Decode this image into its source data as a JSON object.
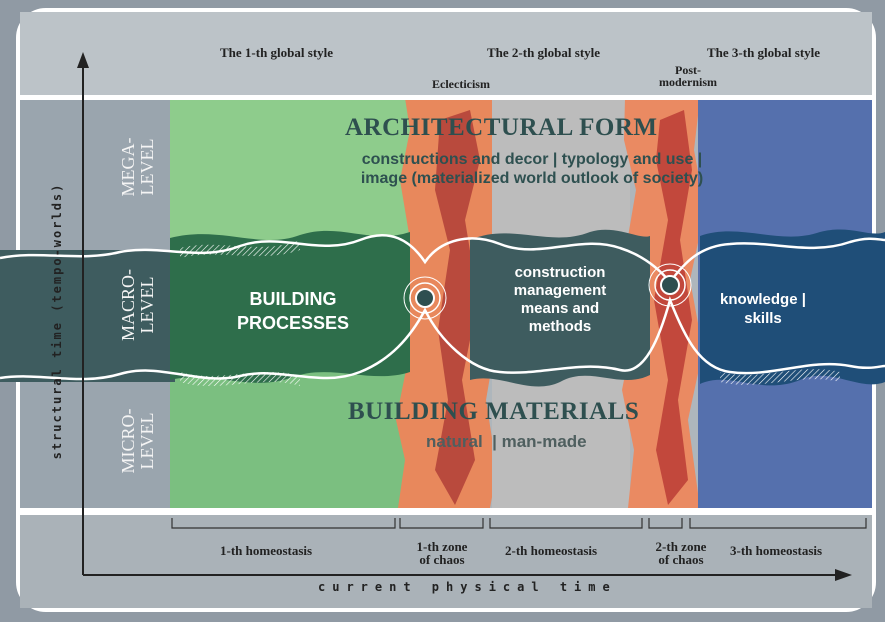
{
  "styles": {
    "global_1": "The 1-th global style",
    "global_2": "The 2-th global style",
    "global_3": "The 3-th global style",
    "eclecticism": "Eclecticism",
    "postmodernism_line1": "Post-",
    "postmodernism_line2": "modernism"
  },
  "levels": {
    "mega_1": "MEGA-",
    "mega_2": "LEVEL",
    "macro_1": "MACRO-",
    "macro_2": "LEVEL",
    "micro_1": "MICRO-",
    "micro_2": "LEVEL"
  },
  "architectural_form": {
    "title": "ARCHITECTURAL FORM",
    "line1": "constructions and decor | typology and use |",
    "line2": "image (materialized world outlook of society)"
  },
  "macro": {
    "building_processes_1": "BUILDING",
    "building_processes_2": "PROCESSES",
    "construction_1": "construction",
    "construction_2": "management",
    "construction_3": "means and",
    "construction_4": "methods",
    "knowledge_1": "knowledge |",
    "knowledge_2": "skills"
  },
  "materials": {
    "title": "BUILDING MATERIALS",
    "subtitle": "natural  | man-made"
  },
  "periods": {
    "homeostasis_1": "1-th homeostasis",
    "chaos_1_line1": "1-th zone",
    "chaos_1_line2": "of chaos",
    "homeostasis_2": "2-th homeostasis",
    "chaos_2_line1": "2-th zone",
    "chaos_2_line2": "of chaos",
    "homeostasis_3": "3-th homeostasis"
  },
  "axes": {
    "x_label": "current physical time",
    "y_label": "structural time (tempo-worlds)"
  },
  "colors": {
    "outer_bg": "#8f9aa3",
    "top_band": "#bcc2c6",
    "green_light": "#8fc98f",
    "green_dark": "#2e6e4a",
    "chaos_orange": "#e88a5e",
    "chaos_red": "#b8453a",
    "grey_zone": "#b9b9b9",
    "blue_zone": "#4f6aa9",
    "blue_dark": "#1f4f7a",
    "band_teal": "#3d5d60"
  }
}
